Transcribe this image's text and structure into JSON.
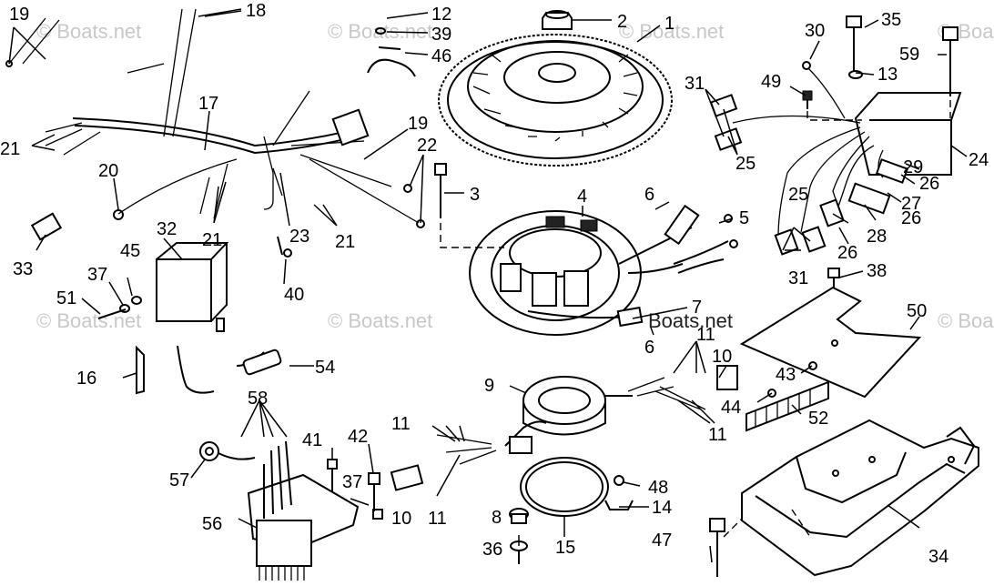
{
  "watermark": {
    "text": "© Boats.net"
  },
  "inline_watermark": {
    "text": "Boats.net"
  },
  "callouts": {
    "c1": "1",
    "c2": "2",
    "c3": "3",
    "c4": "4",
    "c5": "5",
    "c6a": "6",
    "c6b": "6",
    "c7": "7",
    "c8": "8",
    "c9": "9",
    "c10a": "10",
    "c10b": "10",
    "c11a": "11",
    "c11b": "11",
    "c11c": "11",
    "c11d": "11",
    "c12": "12",
    "c13": "13",
    "c14": "14",
    "c15": "15",
    "c16": "16",
    "c17": "17",
    "c18": "18",
    "c19a": "19",
    "c19b": "19",
    "c20": "20",
    "c21a": "21",
    "c21b": "21",
    "c21c": "21",
    "c22": "22",
    "c23": "23",
    "c24": "24",
    "c25a": "25",
    "c25b": "25",
    "c26a": "26",
    "c26b": "26",
    "c26c": "26",
    "c27": "27",
    "c28": "28",
    "c29": "29",
    "c30": "30",
    "c31a": "31",
    "c31b": "31",
    "c32": "32",
    "c33": "33",
    "c34": "34",
    "c35": "35",
    "c36": "36",
    "c37a": "37",
    "c37b": "37",
    "c38": "38",
    "c39": "39",
    "c40": "40",
    "c41": "41",
    "c42": "42",
    "c43": "43",
    "c44": "44",
    "c45": "45",
    "c46": "46",
    "c47": "47",
    "c48": "48",
    "c49": "49",
    "c50": "50",
    "c51": "51",
    "c52": "52",
    "c54": "54",
    "c56": "56",
    "c57": "57",
    "c58": "58",
    "c59": "59"
  }
}
